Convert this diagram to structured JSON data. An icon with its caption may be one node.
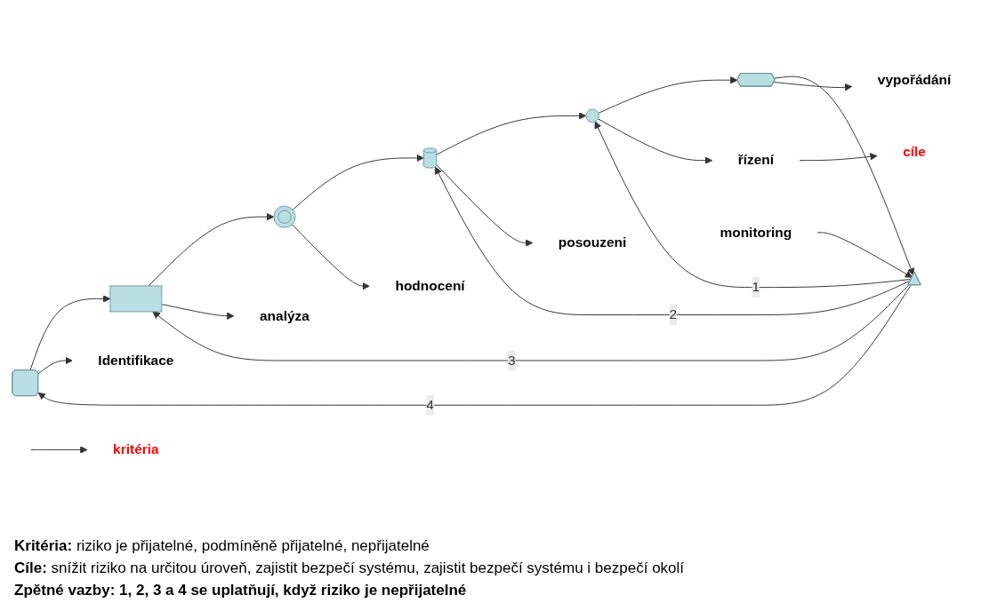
{
  "diagram": {
    "nodes": [
      {
        "text": [],
        "shape": "box"
      },
      {
        "text": [],
        "shape": "box"
      },
      {
        "text": [],
        "shape": "ring"
      },
      {
        "text": [],
        "shape": "cylinder"
      },
      {
        "text": [],
        "shape": "sun"
      },
      {
        "text": [],
        "shape": "pentagon"
      },
      {
        "text": [],
        "shape": "triangle"
      },
      {
        "text": [
          "Identifikace"
        ]
      },
      {
        "text": [
          "analýza"
        ]
      },
      {
        "text": [
          "hodnocení"
        ]
      },
      {
        "text": [
          "posouzeni"
        ]
      },
      {
        "text": [
          "řízení"
        ]
      },
      {
        "text": [
          "vypořádání"
        ]
      },
      {
        "text": [
          "monitoring"
        ]
      },
      {
        "text": [
          "kritéria"
        ]
      },
      {
        "text": [
          "cíle"
        ]
      }
    ],
    "edges": [
      {
        "from": 0,
        "to": 1,
        "arrow": "to"
      },
      {
        "from": 1,
        "to": 2,
        "arrow": "to"
      },
      {
        "from": 2,
        "to": 3,
        "arrow": "to"
      },
      {
        "from": 3,
        "to": 4,
        "arrow": "to"
      },
      {
        "from": 4,
        "to": 5,
        "arrow": "to"
      },
      {
        "from": 5,
        "to": 6,
        "arrow": "to"
      },
      {
        "from": 0,
        "to": 7,
        "arrow": "to"
      },
      {
        "from": 1,
        "to": 8,
        "arrow": "to"
      },
      {
        "from": 2,
        "to": 9,
        "arrow": "to"
      },
      {
        "from": 3,
        "to": 10,
        "arrow": "to"
      },
      {
        "from": 4,
        "to": 11,
        "arrow": "to"
      },
      {
        "from": 5,
        "to": 12,
        "arrow": "to"
      },
      {
        "from": 13,
        "to": 6,
        "arrow": "to"
      },
      {
        "from": null,
        "to": 14,
        "arrow": "to"
      },
      {
        "from": 11,
        "to": 15,
        "arrow": "to"
      },
      {
        "from": 6,
        "to": 4,
        "label": "1",
        "arrow": "to"
      },
      {
        "from": 6,
        "to": 3,
        "label": "2",
        "arrow": "to"
      },
      {
        "from": 6,
        "to": 1,
        "label": "3",
        "arrow": "to"
      },
      {
        "from": 6,
        "to": 0,
        "label": "4",
        "arrow": "to"
      }
    ],
    "labels": [
      "**Kritéria:** riziko je přijatelné, podmíněně přijatelné, nepřijatelné",
      "**Cíle:** snížit riziko na určitou úroveň, zajistit bezpečí systému, zajistit bezpečí systému i bezpečí okolí",
      "Zpětné vazby: 1, 2, 3 a 4 se uplatňují, když riziko je nepřijatelné"
    ]
  }
}
